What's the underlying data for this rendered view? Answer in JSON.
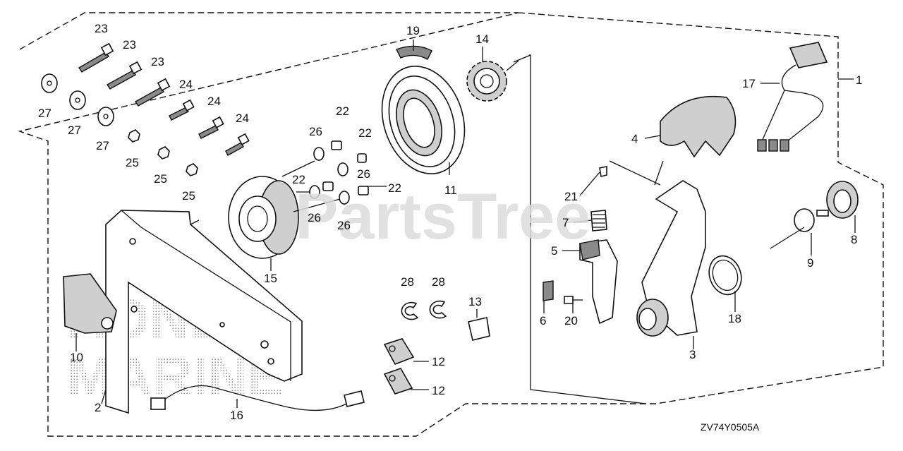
{
  "diagram": {
    "code": "ZV74Y0505A",
    "watermarks": {
      "brand": "PartsTree",
      "maker_line1": "HONDA",
      "maker_line2": "MARINE"
    },
    "callouts": {
      "c1": "1",
      "c2": "2",
      "c3": "3",
      "c4": "4",
      "c5": "5",
      "c6": "6",
      "c7": "7",
      "c8": "8",
      "c9": "9",
      "c10": "10",
      "c11": "11",
      "c12a": "12",
      "c12b": "12",
      "c13": "13",
      "c14": "14",
      "c15": "15",
      "c16": "16",
      "c17": "17",
      "c18": "18",
      "c19": "19",
      "c20": "20",
      "c21": "21",
      "c22a": "22",
      "c22b": "22",
      "c22c": "22",
      "c22d": "22",
      "c23a": "23",
      "c23b": "23",
      "c23c": "23",
      "c24a": "24",
      "c24b": "24",
      "c24c": "24",
      "c25a": "25",
      "c25b": "25",
      "c25c": "25",
      "c26a": "26",
      "c26b": "26",
      "c26c": "26",
      "c26d": "26",
      "c27a": "27",
      "c27b": "27",
      "c27c": "27",
      "c28a": "28",
      "c28b": "28"
    },
    "colors": {
      "line": "#111111",
      "watermark": "#dcdcdc",
      "fill_light": "#cfcfcf",
      "fill_dark": "#8a8a8a"
    }
  }
}
